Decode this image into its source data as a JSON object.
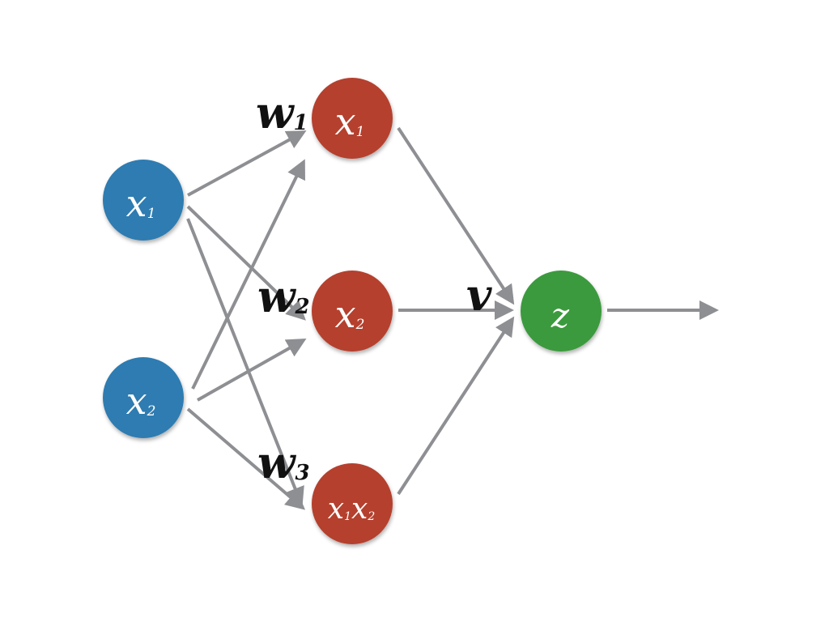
{
  "colors": {
    "input": "#2f7bb1",
    "hidden": "#b5402f",
    "output": "#3a9a3e",
    "edge": "#8e8f93",
    "weight_text": "#111111",
    "node_text": "#ffffff"
  },
  "nodes": {
    "input_x1": {
      "var": "x",
      "sub": "1"
    },
    "input_x2": {
      "var": "x",
      "sub": "2"
    },
    "hidden_x1": {
      "var": "x",
      "sub": "1"
    },
    "hidden_x2": {
      "var": "x",
      "sub": "2"
    },
    "hidden_x1x2": {
      "var1": "x",
      "sub1": "1",
      "var2": "x",
      "sub2": "2"
    },
    "output_z": {
      "var": "z"
    }
  },
  "weights": {
    "w1": {
      "var": "w",
      "sub": "1"
    },
    "w2": {
      "var": "w",
      "sub": "2"
    },
    "w3": {
      "var": "w",
      "sub": "3"
    },
    "v": {
      "var": "v"
    }
  }
}
